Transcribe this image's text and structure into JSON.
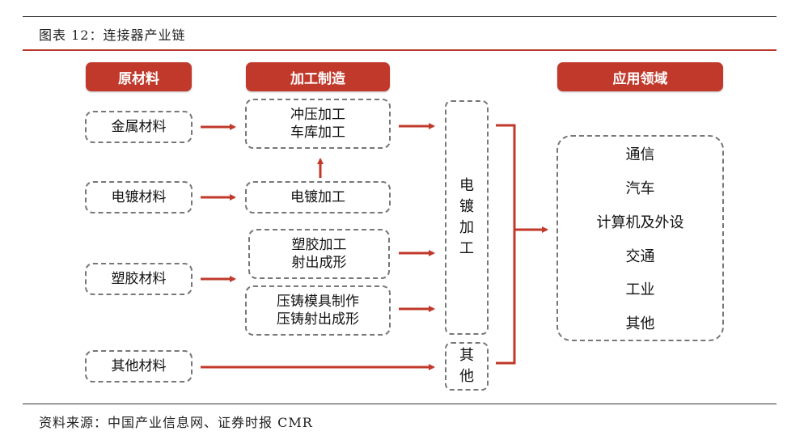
{
  "figure_title": "图表 12：连接器产业链",
  "source": "资料来源：中国产业信息网、证券时报 CMR",
  "headers": {
    "raw_materials": "原材料",
    "processing": "加工制造",
    "applications": "应用领域"
  },
  "raw_materials": {
    "metal": "金属材料",
    "plating": "电镀材料",
    "plastic": "塑胶材料",
    "other": "其他材料"
  },
  "processing": {
    "stamping": [
      "冲压加工",
      "车库加工"
    ],
    "plating": "电镀加工",
    "plastic": [
      "塑胶加工",
      "射出成形"
    ],
    "die_cast": [
      "压铸模具制作",
      "压铸射出成形"
    ]
  },
  "middle": {
    "plating_vertical": [
      "电",
      "镀",
      "加",
      "工"
    ],
    "other_vertical": [
      "其",
      "他"
    ]
  },
  "applications": [
    "通信",
    "汽车",
    "计算机及外设",
    "交通",
    "工业",
    "其他"
  ],
  "colors": {
    "accent": "#c0392b",
    "arrow": "#c0392b",
    "rule": "#b5382a"
  }
}
